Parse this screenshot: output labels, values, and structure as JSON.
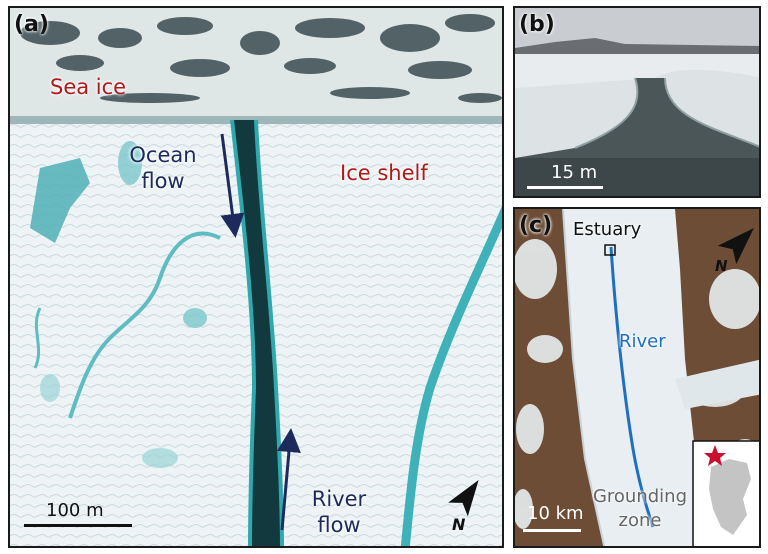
{
  "panels": {
    "a": {
      "label": "(a)",
      "sea_ice": "Sea ice",
      "ice_shelf": "Ice shelf",
      "ocean_flow": [
        "Ocean",
        "flow"
      ],
      "river_flow": [
        "River",
        "flow"
      ],
      "scale": "100 m",
      "north": "N"
    },
    "b": {
      "label": "(b)",
      "scale": "15 m"
    },
    "c": {
      "label": "(c)",
      "estuary": "Estuary",
      "river": "River",
      "grounding_zone": [
        "Grounding",
        "zone"
      ],
      "scale": "10 km",
      "north": "N"
    }
  },
  "colors": {
    "red_label": "#b01a1a",
    "navy_label": "#1d2b5c",
    "river_blue": "#1f6fc0",
    "meltwater": "#3fb1b8",
    "star": "#c8102e"
  }
}
